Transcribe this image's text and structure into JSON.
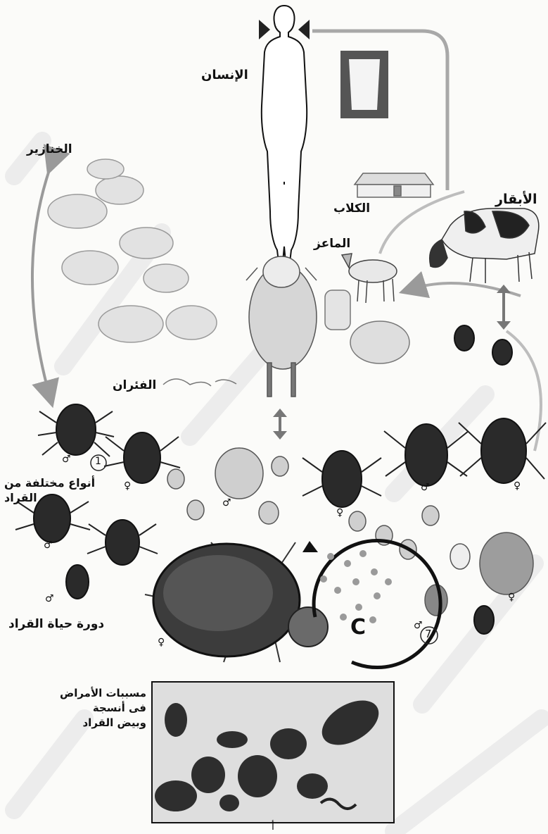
{
  "labels": {
    "human": "الإنسان",
    "pigs": "الخنازير",
    "cows": "الأبقار",
    "dogs": "الكلاب",
    "goats": "الماعز",
    "rats": "الفئران",
    "tick_types_l1": "أنواع مختلفة من",
    "tick_types_l2": "القراد",
    "life_cycle": "دورة حياة القراد",
    "pathogens_l1": "مسببات الأمراض",
    "pathogens_l2": "فى أنسجة",
    "pathogens_l3": "وبيض القراد"
  },
  "markers": {
    "one": "1",
    "seven": "7",
    "c": "C",
    "male": "♂",
    "female": "♀",
    "figure_number": "أ"
  },
  "colors": {
    "ink": "#111111",
    "arrow_gray": "#9a9a9a",
    "tick_dark": "#2a2a2a",
    "frame_dark": "#555555",
    "watermark": "#e6e6e6"
  }
}
